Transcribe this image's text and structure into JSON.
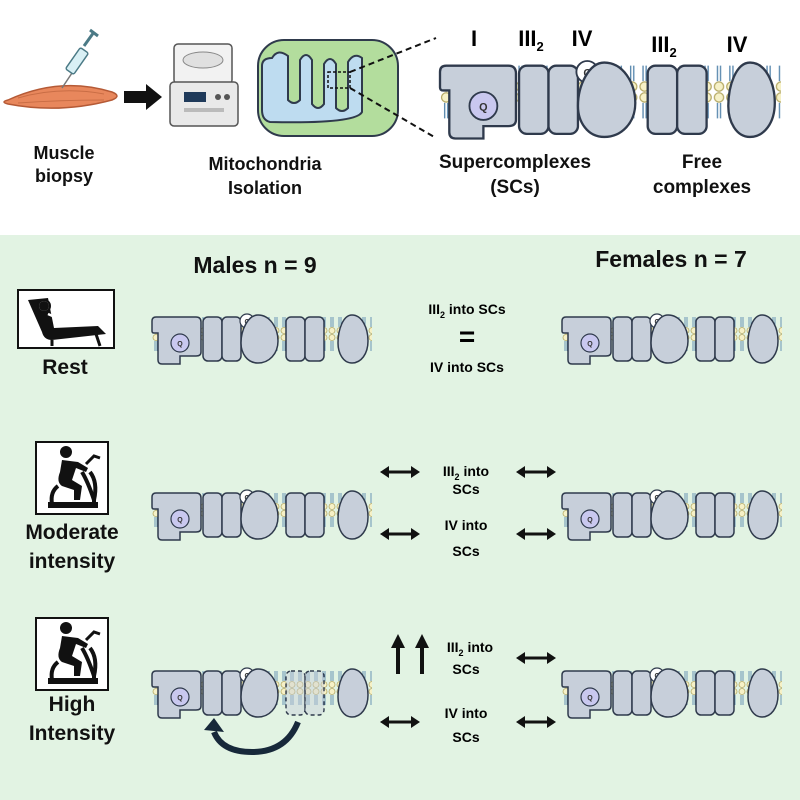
{
  "top": {
    "muscle_label": "Muscle\nbiopsy",
    "mito_label": "Mitochondria\nIsolation",
    "sc_label": "Supercomplexes\n(SCs)",
    "free_label": "Free\ncomplexes",
    "complex_I": "I",
    "complex_III": "III",
    "complex_III_sub": "2",
    "complex_IV_a": "IV",
    "complex_III_free": "III",
    "complex_III_free_sub": "2",
    "complex_IV_free": "IV",
    "q_label": "Q",
    "c_label": "C"
  },
  "groups": {
    "males": "Males n = 9",
    "females": "Females n = 7"
  },
  "conditions": {
    "rest": "Rest",
    "moderate": "Moderate\nintensity",
    "high": "High\nIntensity"
  },
  "comparisons": {
    "rest_iii_pre": "III",
    "rest_iii_sub": "2",
    "rest_iii_post": " into SCs",
    "rest_equals": "=",
    "rest_iv": "IV into SCs",
    "mod_iii_pre": "III",
    "mod_iii_sub": "2",
    "mod_iii_post": " into",
    "mod_iii_line2": "SCs",
    "mod_iv_line1": "IV into",
    "mod_iv_line2": "SCs",
    "high_iii_pre": "III",
    "high_iii_sub": "2",
    "high_iii_post": " into",
    "high_iii_line2": "SCs",
    "high_iv_line1": "IV into",
    "high_iv_line2": "SCs"
  },
  "colors": {
    "panel_bg": "#e2f3e3",
    "complex_fill": "#c7cfda",
    "q_fill": "#c9c8ef",
    "mito_fill": "#b3dd9d",
    "cristae_fill": "#bedcf0",
    "muscle_fill": "#e8875c"
  }
}
